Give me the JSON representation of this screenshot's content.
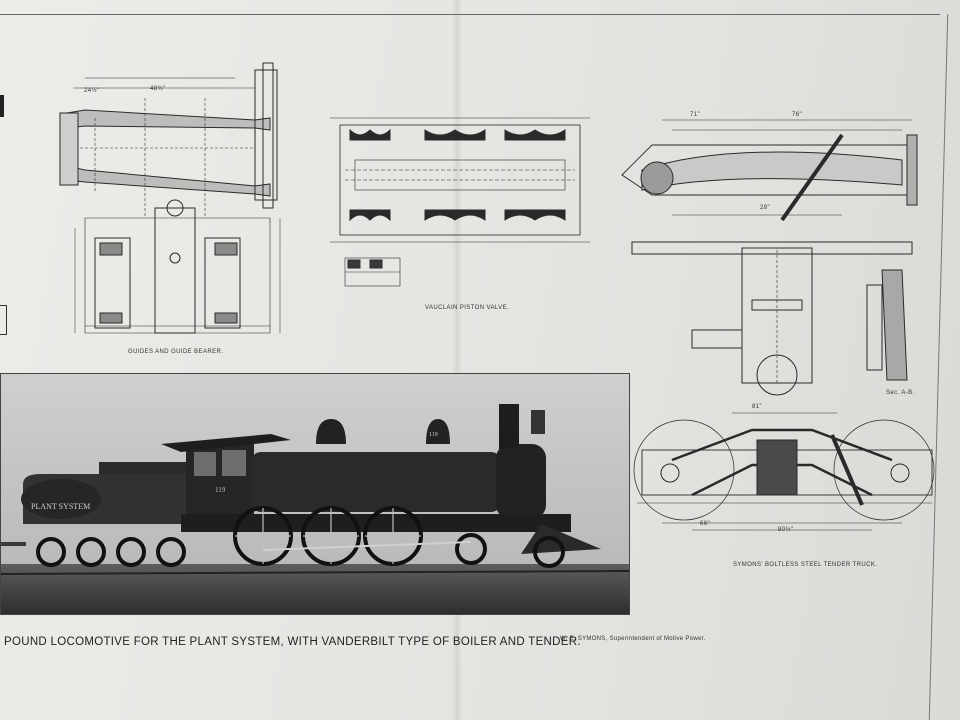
{
  "captions": {
    "guides": "GUIDES AND GUIDE BEARER.",
    "piston_valve": "VAUCLAIN PISTON VALVE.",
    "tender_truck": "SYMONS' BOLTLESS STEEL TENDER TRUCK.",
    "section": "Sec. A-B."
  },
  "photo": {
    "engine_number": "119",
    "tender_lettering": "PLANT SYSTEM"
  },
  "footer": {
    "title": "POUND LOCOMOTIVE FOR THE PLANT SYSTEM, WITH VANDERBILT TYPE OF BOILER AND TENDER.",
    "credit": "W. E. SYMONS, Superintendent of Motive Power."
  },
  "dimensions": {
    "d1": "24½\"",
    "d2": "48¾\"",
    "d3": "76\"",
    "d4": "71\"",
    "d5": "28\"",
    "d6": "81\"",
    "d7": "66\"",
    "d8": "80½\""
  },
  "colors": {
    "paper": "#e6e6e3",
    "ink": "#2a2a2a",
    "photo": "#8f8f8f"
  }
}
